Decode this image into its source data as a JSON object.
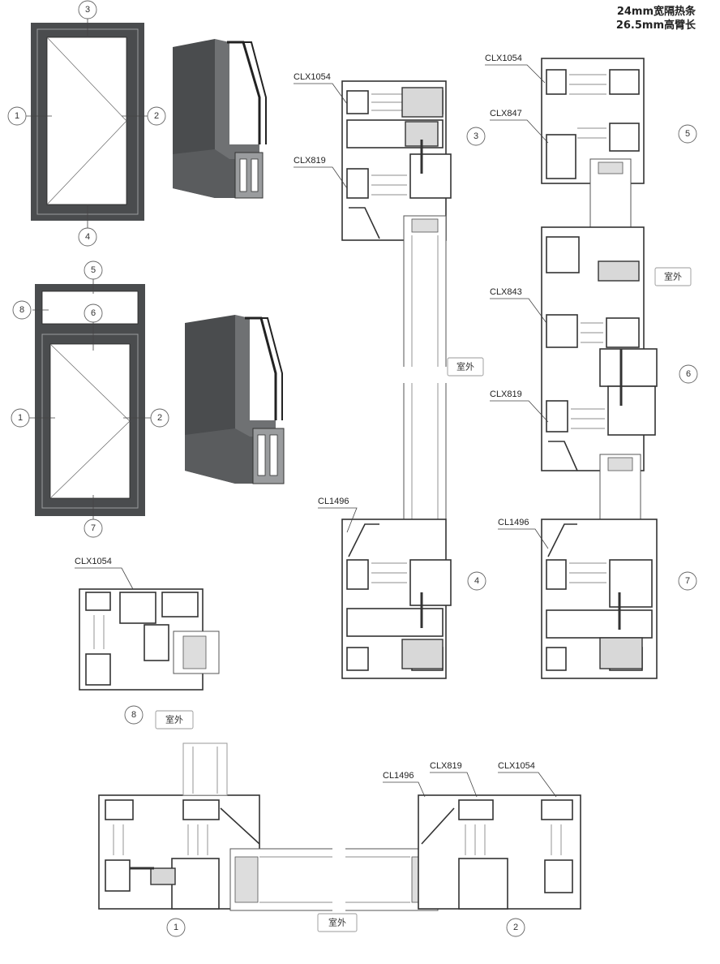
{
  "title": {
    "line1": "24mm宽隔热条",
    "line2": "26.5mm高臂长"
  },
  "outdoor_label": "室外",
  "numbers": [
    "1",
    "2",
    "3",
    "4",
    "5",
    "6",
    "7",
    "8"
  ],
  "codes": {
    "clx1054": "CLX1054",
    "clx819": "CLX819",
    "clx847": "CLX847",
    "clx843": "CLX843",
    "cl1496": "CL1496"
  },
  "colors": {
    "frame": "#4a4c4e",
    "frame_light": "#7a7c7e",
    "line": "#333333"
  }
}
